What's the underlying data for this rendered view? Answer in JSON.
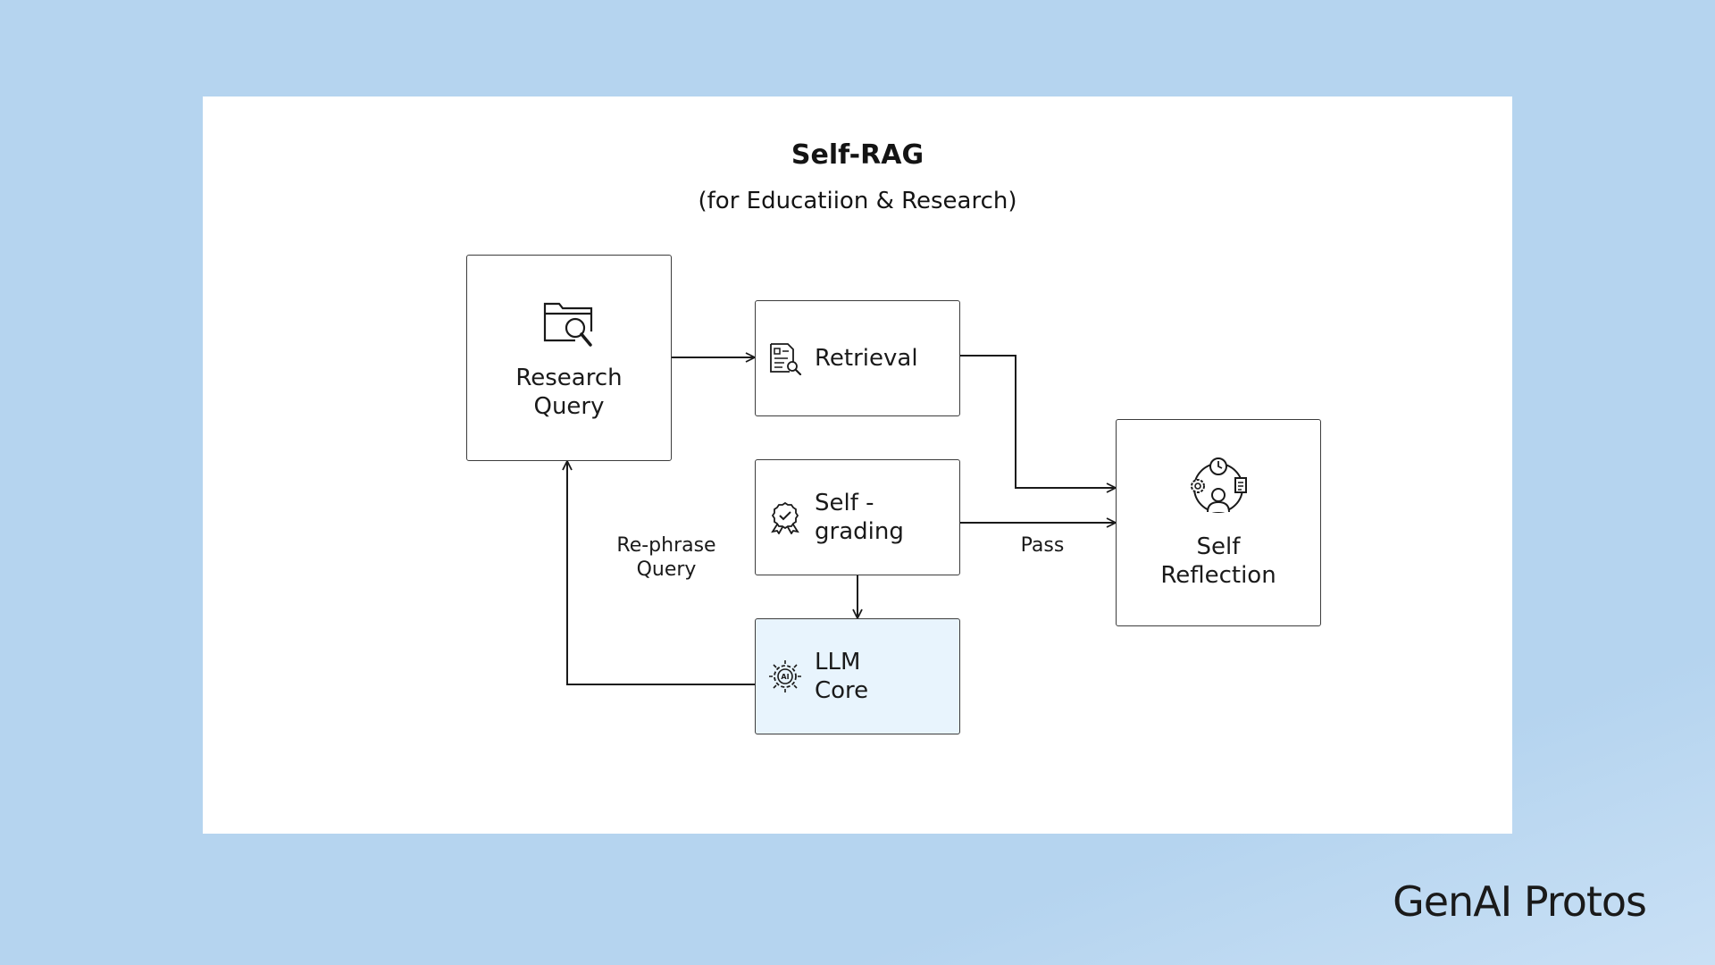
{
  "title": "Self-RAG",
  "subtitle": "(for Educatiion & Research)",
  "nodes": {
    "research_query": {
      "label": "Research\nQuery",
      "icon": "folder-search-icon"
    },
    "retrieval": {
      "label": "Retrieval",
      "icon": "document-search-icon"
    },
    "self_grading": {
      "label": "Self -\ngrading",
      "icon": "award-badge-icon"
    },
    "llm_core": {
      "label": "LLM\nCore",
      "icon": "ai-chip-gear-icon"
    },
    "self_reflection": {
      "label": "Self\nReflection",
      "icon": "person-gear-clock-icon"
    }
  },
  "edges": {
    "rephrase_label": "Re-phrase\nQuery",
    "pass_label": "Pass"
  },
  "colors": {
    "background": "#b5d4ef",
    "llm_fill": "#e8f4fd",
    "stroke": "#3c3c3c"
  },
  "brand": "GenAI Protos"
}
